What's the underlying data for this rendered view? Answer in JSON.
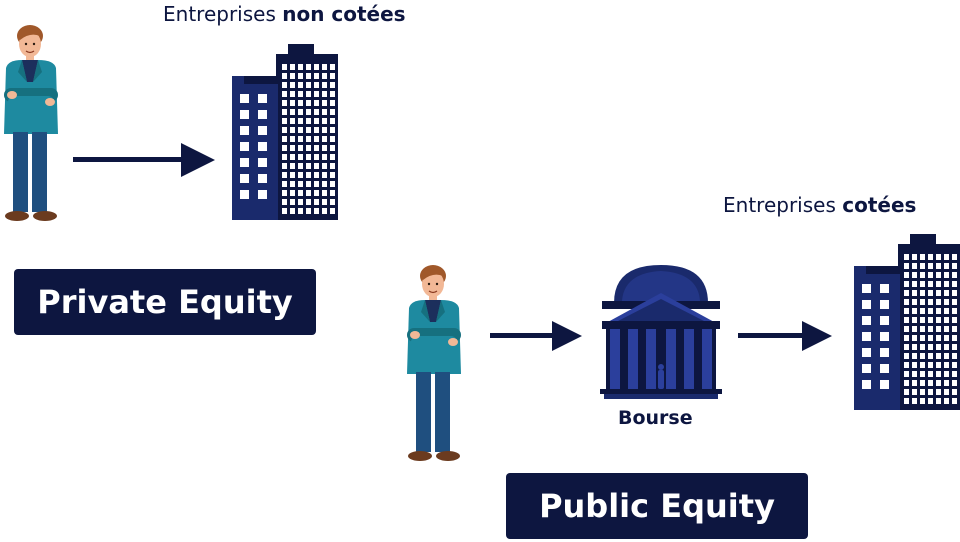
{
  "top_caption": {
    "regular": "Entreprises ",
    "bold": "non cotées"
  },
  "right_caption": {
    "regular": "Entreprises ",
    "bold": "cotées"
  },
  "private_label": "Private Equity",
  "public_label": "Public Equity",
  "bourse_label": "Bourse",
  "icons": {
    "investor": "businessman-icon",
    "company": "office-building-icon",
    "exchange": "stock-exchange-building-icon",
    "arrow": "arrow-right-icon"
  },
  "colors": {
    "navy": "#0d1640",
    "building": "#1a2a6c",
    "exchange": "#2b3f9c",
    "jacket": "#1e8aa0"
  }
}
